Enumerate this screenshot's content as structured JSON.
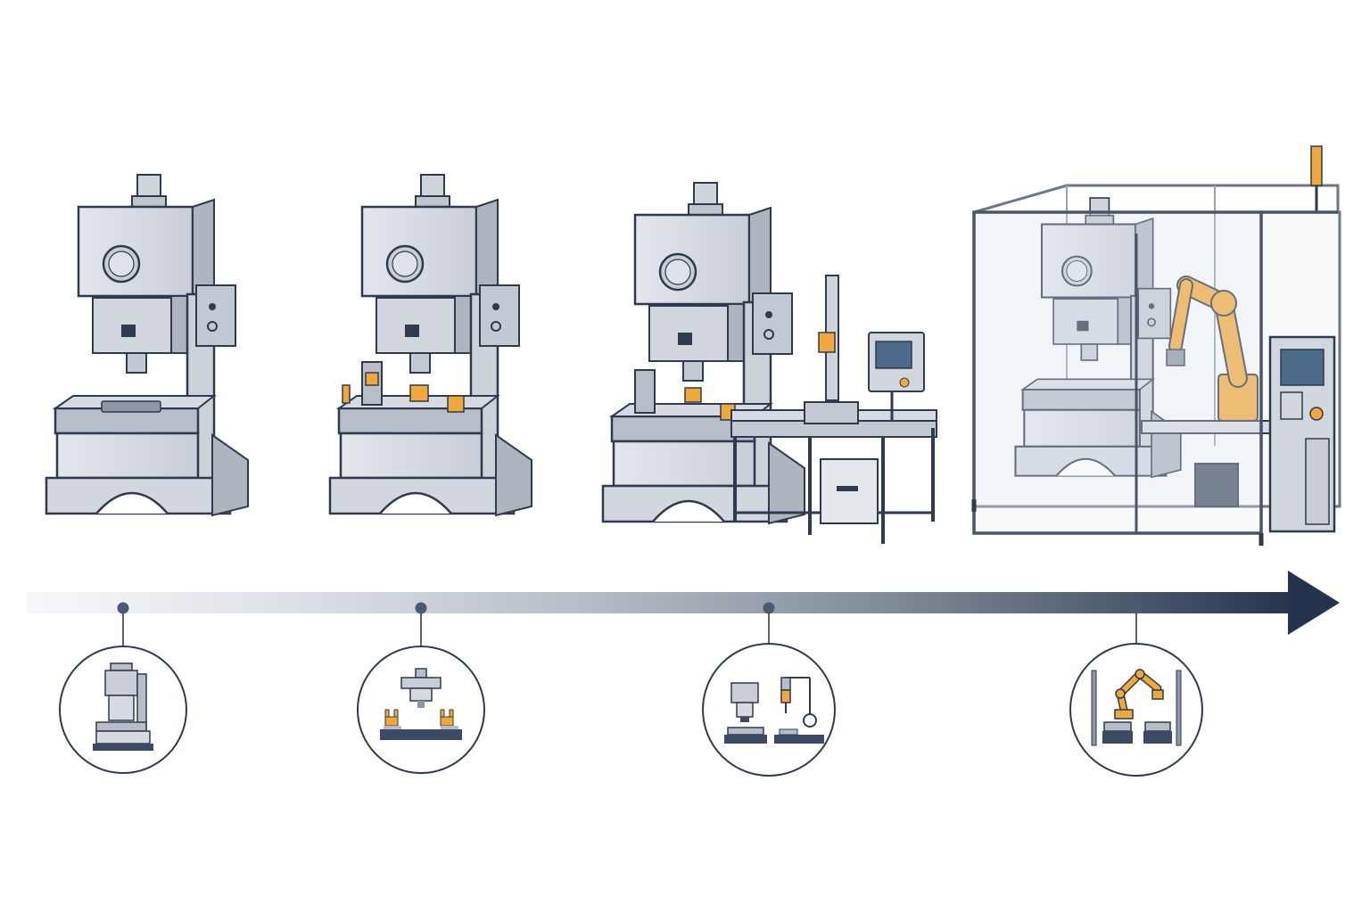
{
  "diagram": {
    "kind": "evolution-timeline",
    "stage_count": 4,
    "stages": [
      {
        "id": "stage-1",
        "machine": "press",
        "icon": "press-icon"
      },
      {
        "id": "stage-2",
        "machine": "press-with-fixtures",
        "icon": "press-fixture-icon"
      },
      {
        "id": "stage-3",
        "machine": "press-with-inspection-station",
        "icon": "press-inspection-icon"
      },
      {
        "id": "stage-4",
        "machine": "robotic-enclosed-cell",
        "icon": "robot-cell-icon"
      }
    ]
  },
  "colors": {
    "steel_light": "#dfe3e9",
    "steel_mid": "#c3c9d2",
    "steel_dark": "#8d96a3",
    "outline": "#2e3a4e",
    "accent_orange": "#e6a640",
    "robot_orange": "#efa93b",
    "screen_blue": "#4d6a8a",
    "arrow_start": "#e6eaf0",
    "arrow_end": "#23344c"
  }
}
